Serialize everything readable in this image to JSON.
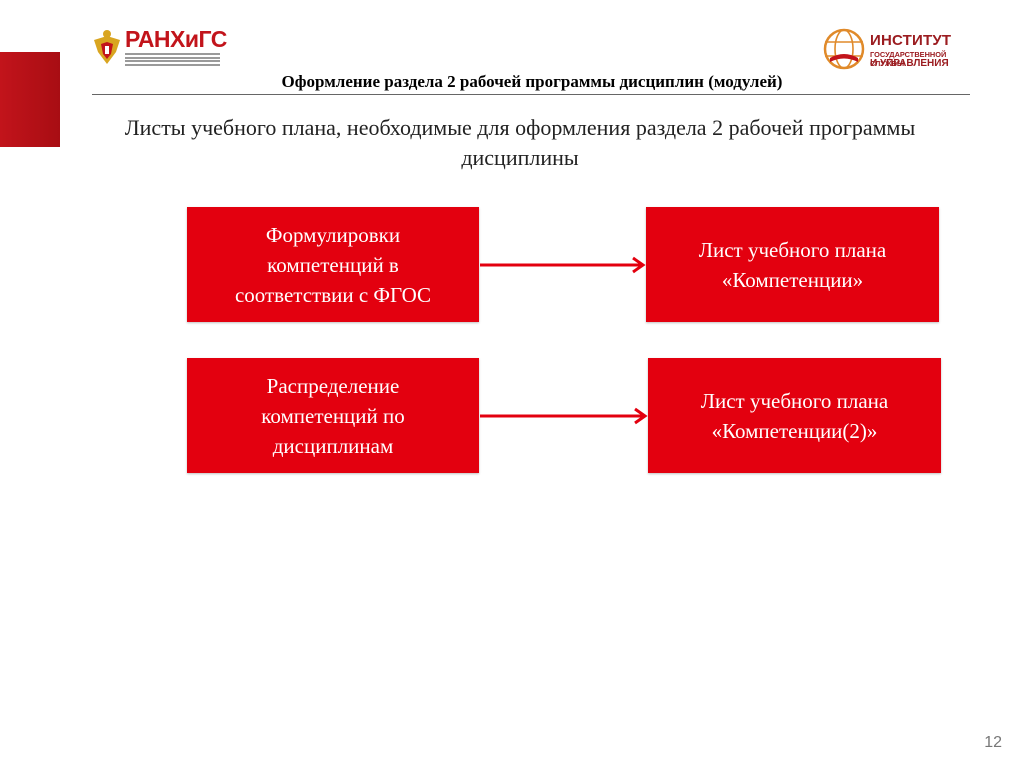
{
  "header": {
    "left_logo_text": "РАНХиГС",
    "right_logo_line1": "ИНСТИТУТ",
    "right_logo_line2": "ГОСУДАРСТВЕННОЙ СЛУЖБЫ",
    "right_logo_line3": "И УПРАВЛЕНИЯ",
    "title": "Оформление раздела 2 рабочей программы дисциплин (модулей)"
  },
  "subtitle": "Листы учебного плана, необходимые для оформления раздела 2 рабочей программы дисциплины",
  "diagram": {
    "rows": [
      {
        "source": "Формулировки компетенций в соответствии с ФГОС",
        "target": "Лист учебного плана «Компетенции»"
      },
      {
        "source": "Распределение компетенций по дисциплинам",
        "target": "Лист учебного плана «Компетенции(2)»"
      }
    ]
  },
  "colors": {
    "box_fill": "#e3000f",
    "arrow": "#e3000f",
    "side_bar": "#c2141b"
  },
  "page_number": "12"
}
